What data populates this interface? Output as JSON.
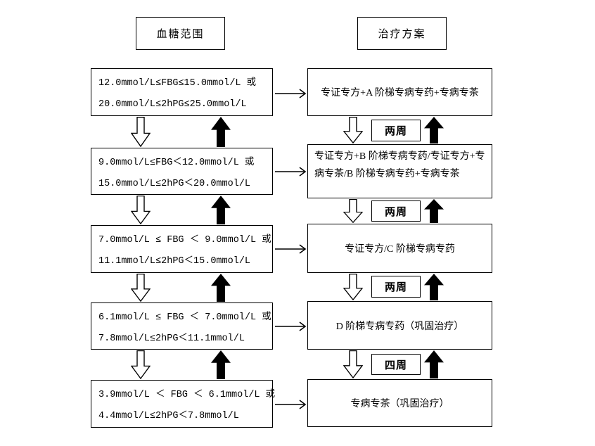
{
  "diagram": {
    "headers": {
      "left": "血糖范围",
      "right": "治疗方案"
    },
    "rows": [
      {
        "range_line1": "12.0mmol/L≤FBG≤15.0mmol/L 或",
        "range_line2": "20.0mmol/L≤2hPG≤25.0mmol/L",
        "treatment": "专证专方+A 阶梯专病专药+专病专茶"
      },
      {
        "range_line1": "9.0mmol/L≤FBG＜12.0mmol/L 或",
        "range_line2": "15.0mmol/L≤2hPG＜20.0mmol/L",
        "treatment": "专证专方+B 阶梯专病专药/专证专方+专病专茶/B 阶梯专病专药+专病专茶"
      },
      {
        "range_line1": "7.0mmol/L ≤ FBG ＜ 9.0mmol/L 或",
        "range_line2": "11.1mmol/L≤2hPG＜15.0mmol/L",
        "treatment": "专证专方/C 阶梯专病专药"
      },
      {
        "range_line1": "6.1mmol/L ≤ FBG ＜ 7.0mmol/L 或",
        "range_line2": "7.8mmol/L≤2hPG＜11.1mmol/L",
        "treatment": "D 阶梯专病专药（巩固治疗）"
      },
      {
        "range_line1": "3.9mmol/L ＜ FBG ＜ 6.1mmol/L 或",
        "range_line2": "4.4mmol/L≤2hPG＜7.8mmol/L",
        "treatment": "专病专茶（巩固治疗）"
      }
    ],
    "intervals": [
      {
        "label": "两周"
      },
      {
        "label": "两周"
      },
      {
        "label": "两周"
      },
      {
        "label": "四周"
      }
    ],
    "colors": {
      "line": "#000000",
      "background": "#ffffff"
    }
  }
}
